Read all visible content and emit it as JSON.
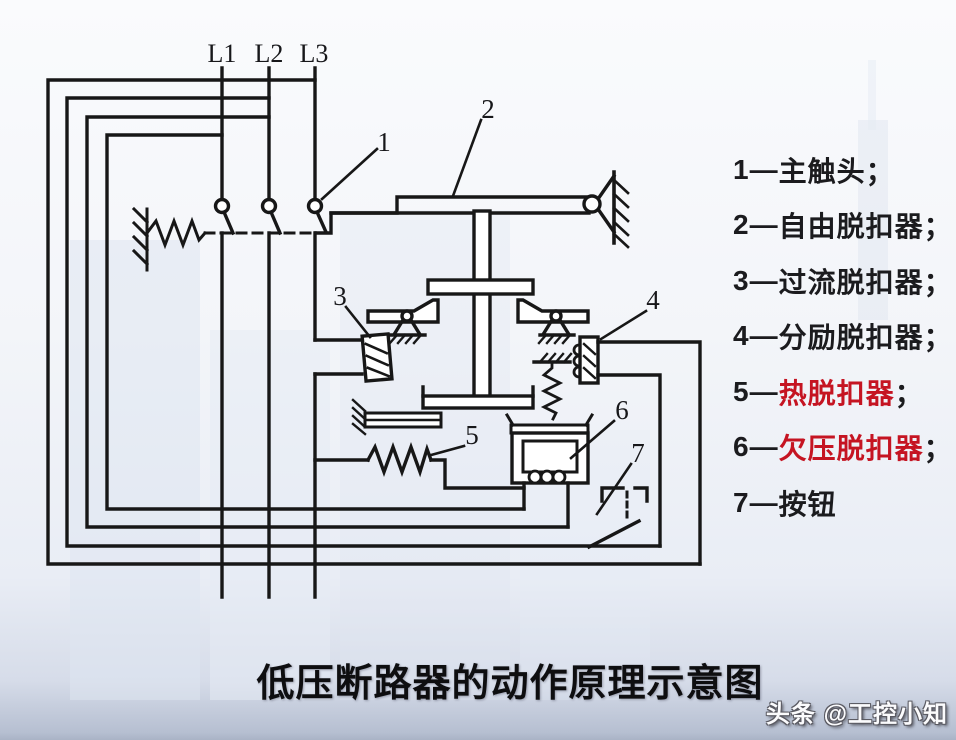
{
  "page": {
    "background": "#f3f5f9",
    "line_color": "#171717",
    "accent_red": "#c51422"
  },
  "diagram": {
    "phases": [
      {
        "label": "L1"
      },
      {
        "label": "L2"
      },
      {
        "label": "L3"
      }
    ],
    "callouts": [
      {
        "n": "1"
      },
      {
        "n": "2"
      },
      {
        "n": "3"
      },
      {
        "n": "4"
      },
      {
        "n": "5"
      },
      {
        "n": "6"
      },
      {
        "n": "7"
      }
    ]
  },
  "legend": {
    "items": [
      {
        "num": "1",
        "sep": "—",
        "name": "主触头",
        "suffix": "；",
        "red": false
      },
      {
        "num": "2",
        "sep": "—",
        "name": "自由脱扣器",
        "suffix": "；",
        "red": false
      },
      {
        "num": "3",
        "sep": "—",
        "name": "过流脱扣器",
        "suffix": "；",
        "red": false
      },
      {
        "num": "4",
        "sep": "—",
        "name": "分励脱扣器",
        "suffix": "；",
        "red": false
      },
      {
        "num": "5",
        "sep": "—",
        "name": "热脱扣器",
        "suffix": "；",
        "red": true
      },
      {
        "num": "6",
        "sep": "—",
        "name": "欠压脱扣器",
        "suffix": "；",
        "red": true
      },
      {
        "num": "7",
        "sep": "—",
        "name": "按钮",
        "suffix": "",
        "red": false
      }
    ]
  },
  "title": {
    "text": "低压断路器的动作原理示意图"
  },
  "watermark": {
    "text": "头条 @工控小知"
  }
}
